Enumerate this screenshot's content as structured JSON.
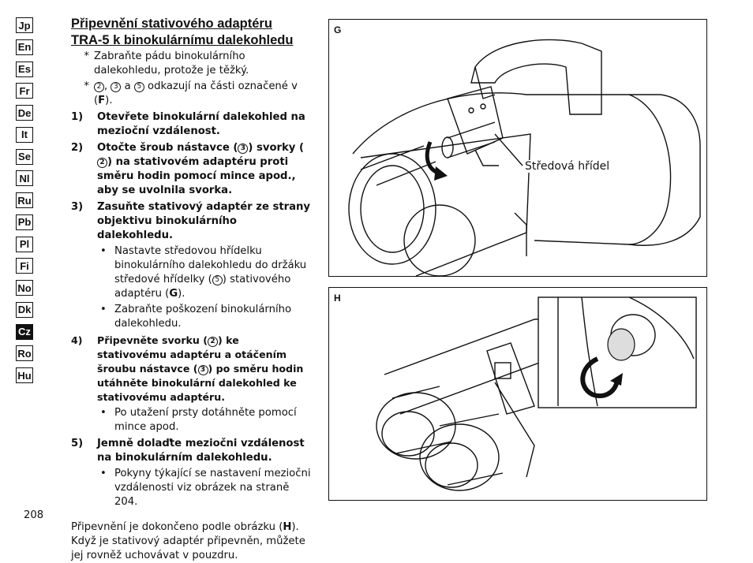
{
  "languages": [
    "Jp",
    "En",
    "Es",
    "Fr",
    "De",
    "It",
    "Se",
    "Nl",
    "Ru",
    "Pb",
    "Pl",
    "Fi",
    "No",
    "Dk",
    "Cz",
    "Ro",
    "Hu"
  ],
  "active_language": "Cz",
  "title_line1": "Připevnění stativového adaptéru ",
  "title_line2": "TRA-5 k binokulárnímu dalekohledu",
  "note1_star": "*",
  "note1": "Zabraňte pádu binokulárního dalekohledu, protože je těžký.",
  "note2_star": "*",
  "note2": {
    "c1": "2",
    "sep1": ", ",
    "c2": "3",
    "sep2": " a ",
    "c3": "5",
    "text": " odkazují na části označené v (",
    "ref": "F",
    "end": ")."
  },
  "step1": {
    "num": "1)",
    "text": "Otevřete binokulární dalekohled na mezioční vzdálenost."
  },
  "step2": {
    "num": "2)",
    "a": "Otočte šroub nástavce (",
    "c1": "3",
    "b": ") svorky (",
    "c2": "2",
    "c": ") na stativovém adaptéru proti směru hodin pomocí mince apod., aby se uvolnila svorka."
  },
  "step3": {
    "num": "3)",
    "text": "Zasuňte stativový adaptér ze strany objektivu binokulárního dalekohledu."
  },
  "step3_bullets": {
    "b1": {
      "a": "Nastavte středovou hřídelku binokulárního dalekohledu do držáku středové hřídelky (",
      "c": "5",
      "b": ") stativového adaptéru (",
      "ref": "G",
      "end": ")."
    },
    "b2": "Zabraňte poškození binokulárního dalekohledu."
  },
  "step4": {
    "num": "4)",
    "a": "Připevněte svorku (",
    "c1": "2",
    "b": ") ke stativovému adaptéru a otáčením šroubu nástavce (",
    "c2": "3",
    "c": ") po směru hodin utáhněte binokulární dalekohled ke stativovému adaptéru."
  },
  "step4_bullet": "Po utažení prsty dotáhněte pomocí mince apod.",
  "step5": {
    "num": "5)",
    "text": "Jemně dolaďte meziočni vzdálenost na binokulárním dalekohledu."
  },
  "step5_bullet": "Pokyny týkající se nastavení meziočni vzdálenosti viz obrázek na straně 204.",
  "closing": {
    "a": "Připevnění je dokončeno podle obrázku (",
    "ref": "H",
    "b": "). Když je stativový adaptér připevněn, můžete jej rovněž uchovávat v pouzdru."
  },
  "page_number": "208",
  "figure_g": {
    "label": "G",
    "callout": "Středová hřídel"
  },
  "figure_h": {
    "label": "H"
  },
  "bullet_char": "•"
}
